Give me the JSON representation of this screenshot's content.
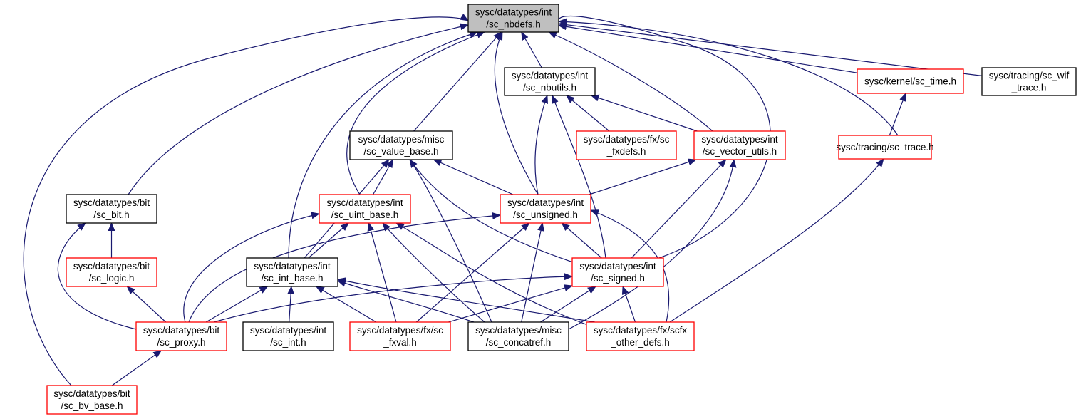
{
  "colors": {
    "edge": "#191970",
    "border_normal": "#000000",
    "border_linked": "#ff0000",
    "fill_root": "#bfbfbf",
    "fill_normal": "#ffffff"
  },
  "nodes": [
    {
      "id": "nbdefs",
      "lines": [
        "sysc/datatypes/int",
        "/sc_nbdefs.h"
      ],
      "style": "root"
    },
    {
      "id": "nbutils",
      "lines": [
        "sysc/datatypes/int",
        "/sc_nbutils.h"
      ],
      "style": "normal"
    },
    {
      "id": "kernel_time",
      "lines": [
        "sysc/kernel/sc_time.h"
      ],
      "style": "linked"
    },
    {
      "id": "wif_trace",
      "lines": [
        "sysc/tracing/sc_wif",
        "_trace.h"
      ],
      "style": "normal"
    },
    {
      "id": "value_base",
      "lines": [
        "sysc/datatypes/misc",
        "/sc_value_base.h"
      ],
      "style": "normal"
    },
    {
      "id": "fxdefs",
      "lines": [
        "sysc/datatypes/fx/sc",
        "_fxdefs.h"
      ],
      "style": "linked"
    },
    {
      "id": "vector_utils",
      "lines": [
        "sysc/datatypes/int",
        "/sc_vector_utils.h"
      ],
      "style": "linked"
    },
    {
      "id": "sc_trace",
      "lines": [
        "sysc/tracing/sc_trace.h"
      ],
      "style": "linked"
    },
    {
      "id": "sc_bit",
      "lines": [
        "sysc/datatypes/bit",
        "/sc_bit.h"
      ],
      "style": "normal"
    },
    {
      "id": "uint_base",
      "lines": [
        "sysc/datatypes/int",
        "/sc_uint_base.h"
      ],
      "style": "linked"
    },
    {
      "id": "unsigned",
      "lines": [
        "sysc/datatypes/int",
        "/sc_unsigned.h"
      ],
      "style": "linked"
    },
    {
      "id": "sc_logic",
      "lines": [
        "sysc/datatypes/bit",
        "/sc_logic.h"
      ],
      "style": "linked"
    },
    {
      "id": "int_base",
      "lines": [
        "sysc/datatypes/int",
        "/sc_int_base.h"
      ],
      "style": "normal"
    },
    {
      "id": "signed",
      "lines": [
        "sysc/datatypes/int",
        "/sc_signed.h"
      ],
      "style": "linked"
    },
    {
      "id": "proxy",
      "lines": [
        "sysc/datatypes/bit",
        "/sc_proxy.h"
      ],
      "style": "linked"
    },
    {
      "id": "sc_int",
      "lines": [
        "sysc/datatypes/int",
        "/sc_int.h"
      ],
      "style": "normal"
    },
    {
      "id": "fxval",
      "lines": [
        "sysc/datatypes/fx/sc",
        "_fxval.h"
      ],
      "style": "linked"
    },
    {
      "id": "concatref",
      "lines": [
        "sysc/datatypes/misc",
        "/sc_concatref.h"
      ],
      "style": "normal"
    },
    {
      "id": "scfx_other",
      "lines": [
        "sysc/datatypes/fx/scfx",
        "_other_defs.h"
      ],
      "style": "linked"
    },
    {
      "id": "bv_base",
      "lines": [
        "sysc/datatypes/bit",
        "/sc_bv_base.h"
      ],
      "style": "linked"
    }
  ],
  "edges": [
    {
      "from": "nbutils",
      "to": "nbdefs"
    },
    {
      "from": "kernel_time",
      "to": "nbdefs"
    },
    {
      "from": "wif_trace",
      "to": "nbdefs"
    },
    {
      "from": "value_base",
      "to": "nbdefs"
    },
    {
      "from": "vector_utils",
      "to": "nbdefs"
    },
    {
      "from": "sc_trace",
      "to": "nbdefs"
    },
    {
      "from": "sc_bit",
      "to": "nbdefs"
    },
    {
      "from": "uint_base",
      "to": "nbdefs"
    },
    {
      "from": "unsigned",
      "to": "nbdefs"
    },
    {
      "from": "int_base",
      "to": "nbdefs"
    },
    {
      "from": "signed",
      "to": "nbdefs"
    },
    {
      "from": "bv_base",
      "to": "nbdefs"
    },
    {
      "from": "fxdefs",
      "to": "nbutils"
    },
    {
      "from": "vector_utils",
      "to": "nbutils"
    },
    {
      "from": "unsigned",
      "to": "nbutils"
    },
    {
      "from": "signed",
      "to": "nbutils"
    },
    {
      "from": "sc_trace",
      "to": "kernel_time"
    },
    {
      "from": "scfx_other",
      "to": "sc_trace"
    },
    {
      "from": "uint_base",
      "to": "value_base"
    },
    {
      "from": "unsigned",
      "to": "value_base"
    },
    {
      "from": "int_base",
      "to": "value_base"
    },
    {
      "from": "signed",
      "to": "value_base"
    },
    {
      "from": "concatref",
      "to": "value_base"
    },
    {
      "from": "unsigned",
      "to": "vector_utils"
    },
    {
      "from": "signed",
      "to": "vector_utils"
    },
    {
      "from": "concatref",
      "to": "vector_utils"
    },
    {
      "from": "sc_logic",
      "to": "sc_bit"
    },
    {
      "from": "proxy",
      "to": "sc_bit"
    },
    {
      "from": "int_base",
      "to": "uint_base"
    },
    {
      "from": "proxy",
      "to": "uint_base"
    },
    {
      "from": "fxval",
      "to": "uint_base"
    },
    {
      "from": "concatref",
      "to": "uint_base"
    },
    {
      "from": "scfx_other",
      "to": "uint_base"
    },
    {
      "from": "signed",
      "to": "unsigned"
    },
    {
      "from": "proxy",
      "to": "unsigned"
    },
    {
      "from": "fxval",
      "to": "unsigned"
    },
    {
      "from": "concatref",
      "to": "unsigned"
    },
    {
      "from": "scfx_other",
      "to": "unsigned"
    },
    {
      "from": "proxy",
      "to": "sc_logic"
    },
    {
      "from": "proxy",
      "to": "int_base"
    },
    {
      "from": "sc_int",
      "to": "int_base"
    },
    {
      "from": "fxval",
      "to": "int_base"
    },
    {
      "from": "concatref",
      "to": "int_base"
    },
    {
      "from": "scfx_other",
      "to": "int_base"
    },
    {
      "from": "proxy",
      "to": "signed"
    },
    {
      "from": "fxval",
      "to": "signed"
    },
    {
      "from": "concatref",
      "to": "signed"
    },
    {
      "from": "scfx_other",
      "to": "signed"
    },
    {
      "from": "bv_base",
      "to": "proxy"
    }
  ]
}
